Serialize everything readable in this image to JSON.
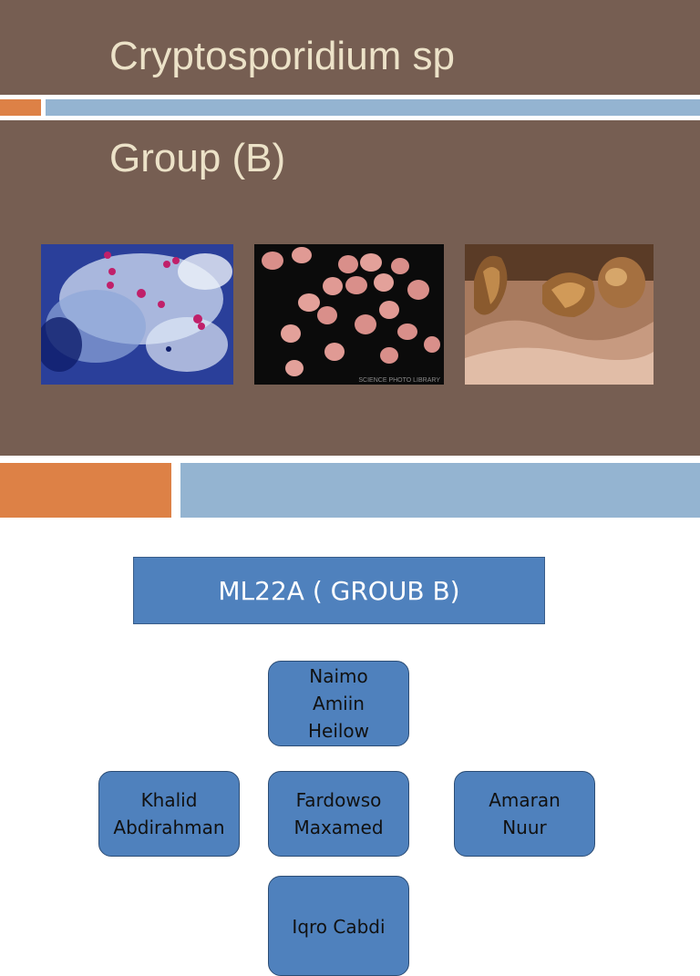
{
  "slide_title": {
    "title": "Cryptosporidium sp",
    "subtitle": "Group (B)"
  },
  "images": [
    {
      "name": "stained-oocysts-micrograph"
    },
    {
      "name": "oocysts-electron-micrograph",
      "watermark": "SCIENCE PHOTO LIBRARY"
    },
    {
      "name": "parasite-on-intestinal-surface"
    }
  ],
  "org_chart": {
    "group_label": "ML22A ( GROUB B)",
    "members": {
      "top": "Naimo\nAmiin\nHeilow",
      "left": "Khalid\nAbdirahman",
      "center": "Fardowso\nMaxamed",
      "right": "Amaran\nNuur",
      "bottom": "Iqro Cabdi"
    }
  },
  "colors": {
    "header_brown": "#765e52",
    "title_text": "#ece2c8",
    "accent_orange": "#dd8146",
    "accent_blue": "#94b4d1",
    "box_blue": "#4f81bd"
  }
}
